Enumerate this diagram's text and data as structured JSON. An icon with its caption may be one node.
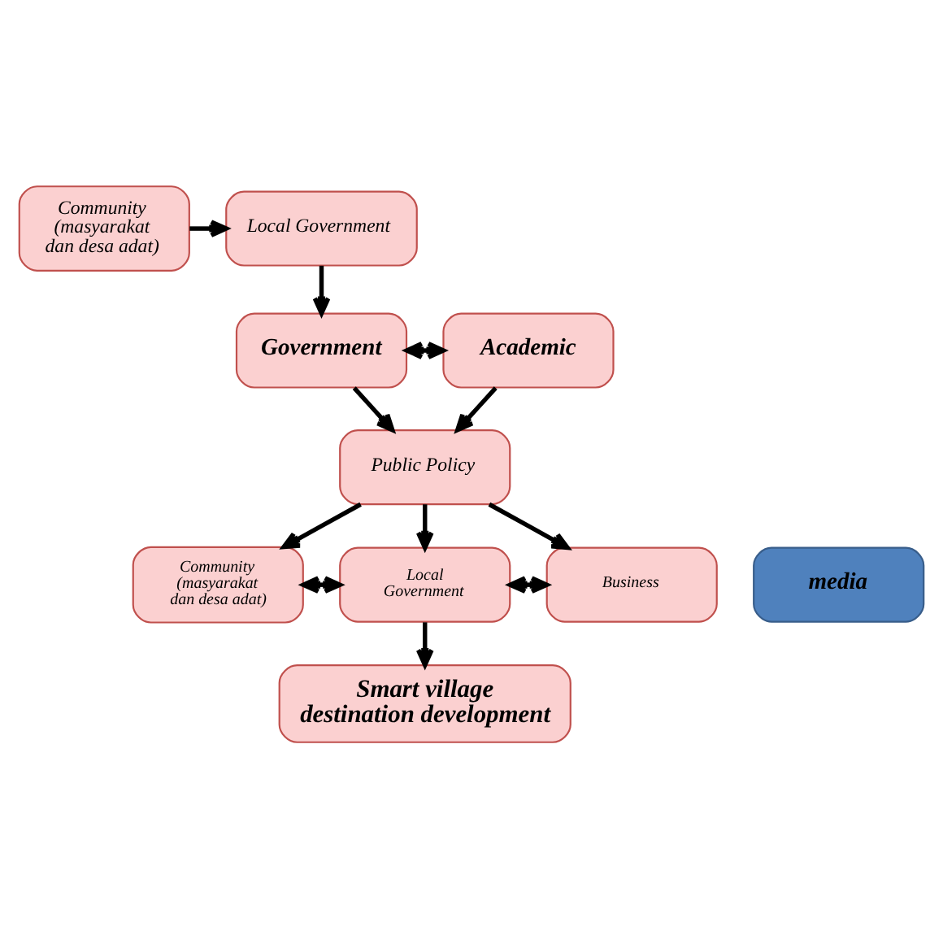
{
  "diagram": {
    "nodes": [
      {
        "text": [
          "Community",
          "(masyarakat dan desa adat)"
        ]
      },
      {
        "text": [
          "Local Government"
        ]
      },
      {
        "text": [
          "Academic"
        ]
      },
      {
        "text": [
          "Government"
        ]
      },
      {
        "text": [
          "Public Policy"
        ]
      },
      {
        "text": [
          "Community",
          "(masyarakat dan desa adat)"
        ]
      },
      {
        "text": [
          "Local Government"
        ]
      },
      {
        "text": [
          "Business"
        ]
      },
      {
        "text": [
          "media"
        ]
      },
      {
        "text": [
          "Smart village destination development"
        ]
      }
    ],
    "edges": [
      {
        "from": 0,
        "to": 1,
        "arrow": "to"
      },
      {
        "from": 1,
        "to": 3,
        "arrow": "to"
      },
      {
        "from": 2,
        "to": 3,
        "arrow": "both"
      },
      {
        "from": 2,
        "to": 4,
        "arrow": "to"
      },
      {
        "from": 3,
        "to": 4,
        "arrow": "to"
      },
      {
        "from": 4,
        "to": 5,
        "arrow": "to"
      },
      {
        "from": 4,
        "to": 6,
        "arrow": "to"
      },
      {
        "from": 4,
        "to": 7,
        "arrow": "to"
      },
      {
        "from": 5,
        "to": 6,
        "arrow": "both"
      },
      {
        "from": 7,
        "to": 6,
        "arrow": "both"
      },
      {
        "from": 6,
        "to": 9,
        "arrow": "to"
      }
    ]
  }
}
